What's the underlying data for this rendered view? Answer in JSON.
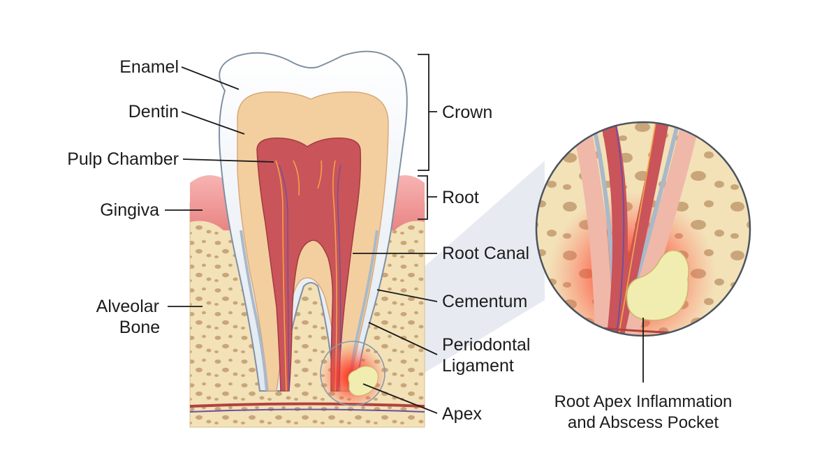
{
  "labels": {
    "enamel": "Enamel",
    "dentin": "Dentin",
    "pulp_chamber": "Pulp Chamber",
    "gingiva": "Gingiva",
    "alveolar_bone_line1": "Alveolar",
    "alveolar_bone_line2": "Bone",
    "crown": "Crown",
    "root": "Root",
    "root_canal": "Root Canal",
    "cementum": "Cementum",
    "periodontal_line1": "Periodontal",
    "periodontal_line2": "Ligament",
    "apex": "Apex"
  },
  "inset": {
    "caption_line1": "Root Apex Inflammation",
    "caption_line2": "and Abscess Pocket"
  },
  "colors": {
    "enamel": "#eef3f8",
    "dentin": "#f3cfa0",
    "pulp": "#c9545a",
    "gingiva": "#ee9a9a",
    "bone": "#f3e1b8",
    "bone_pores": "#c9a67a",
    "inflammation": "#ff2a1a",
    "abscess": "#f1ecb0"
  }
}
